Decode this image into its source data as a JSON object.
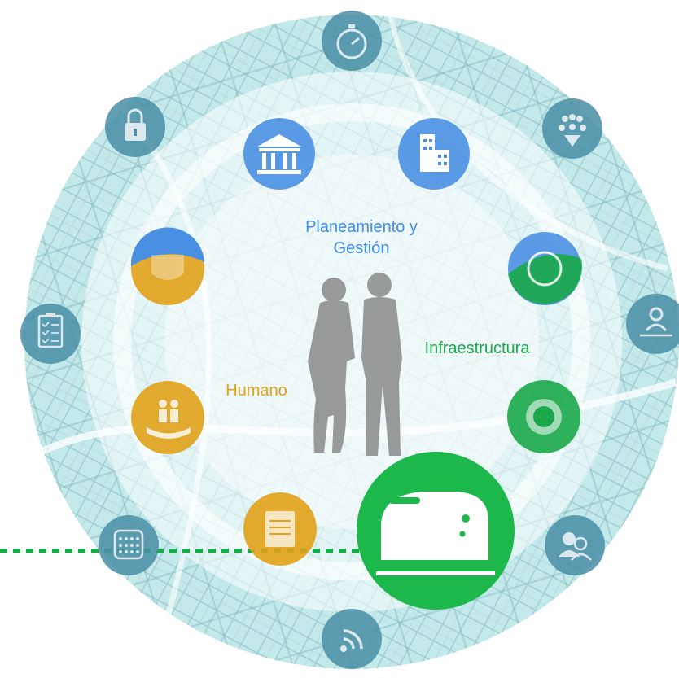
{
  "labels": {
    "planeamiento_line1": "Planeamiento y",
    "planeamiento_line2": "Gestión",
    "humano": "Humano",
    "infraestructura": "Infraestructura"
  },
  "colors": {
    "planeamiento": "#3f8ee8",
    "humano": "#e0a21a",
    "infraestructura": "#1aa84a",
    "outer_ring": "#b9e3e6",
    "outer_icon": "#4a8ea6",
    "highlight": "#1db84c",
    "dotted_line": "#1aa84a"
  },
  "icons": {
    "outer": [
      "stopwatch-icon",
      "people-download-icon",
      "person-network-icon",
      "people-chat-icon",
      "wifi-icon",
      "keypad-icon",
      "clipboard-checklist-icon",
      "padlock-icon"
    ],
    "inner": [
      "government-building-icon",
      "office-buildings-icon",
      "planet-earth-icon",
      "sun-burst-icon",
      "toaster-icon",
      "book-icon",
      "family-hands-icon",
      "police-badge-icon"
    ],
    "center": "business-people-icon"
  }
}
